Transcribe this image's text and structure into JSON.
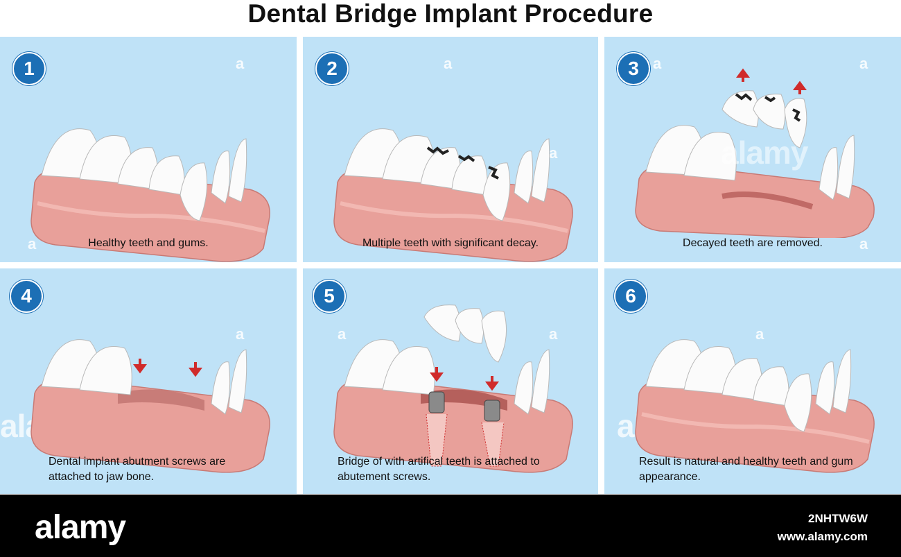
{
  "title": "Dental Bridge Implant Procedure",
  "steps": [
    {
      "number": "1",
      "caption": "Healthy teeth and gums."
    },
    {
      "number": "2",
      "caption": "Multiple teeth with significant decay."
    },
    {
      "number": "3",
      "caption": "Decayed teeth are removed."
    },
    {
      "number": "4",
      "caption": "Dental implant abutment screws are attached to jaw bone."
    },
    {
      "number": "5",
      "caption": "Bridge of with artifical teeth is attached to abutement screws."
    },
    {
      "number": "6",
      "caption": "Result is natural and healthy teeth and gum appearance."
    }
  ],
  "watermark": {
    "letter": "a",
    "word": "alamy"
  },
  "footer": {
    "logo": "alamy",
    "image_id": "2NHTW6W",
    "site": "www.alamy.com"
  },
  "colors": {
    "panel": "#bfe2f7",
    "badge": "#1c6fb5",
    "gum": "#e8a09a",
    "tooth": "#fbfbfb",
    "arrow": "#d02b2b"
  }
}
